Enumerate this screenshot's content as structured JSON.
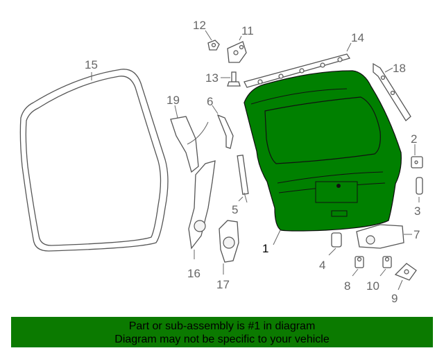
{
  "colors": {
    "highlight": "#008000",
    "banner": "#0b7a00",
    "callout": "#666666"
  },
  "callouts": {
    "p1": "1",
    "p2": "2",
    "p3": "3",
    "p4": "4",
    "p5": "5",
    "p6": "6",
    "p7": "7",
    "p8": "8",
    "p9": "9",
    "p10": "10",
    "p11": "11",
    "p12": "12",
    "p13": "13",
    "p14": "14",
    "p15": "15",
    "p16": "16",
    "p17": "17",
    "p18": "18",
    "p19": "19"
  },
  "banner": {
    "line1": "Part or sub-assembly is #1 in diagram",
    "line2": "Diagram may not be specific to your vehicle"
  }
}
